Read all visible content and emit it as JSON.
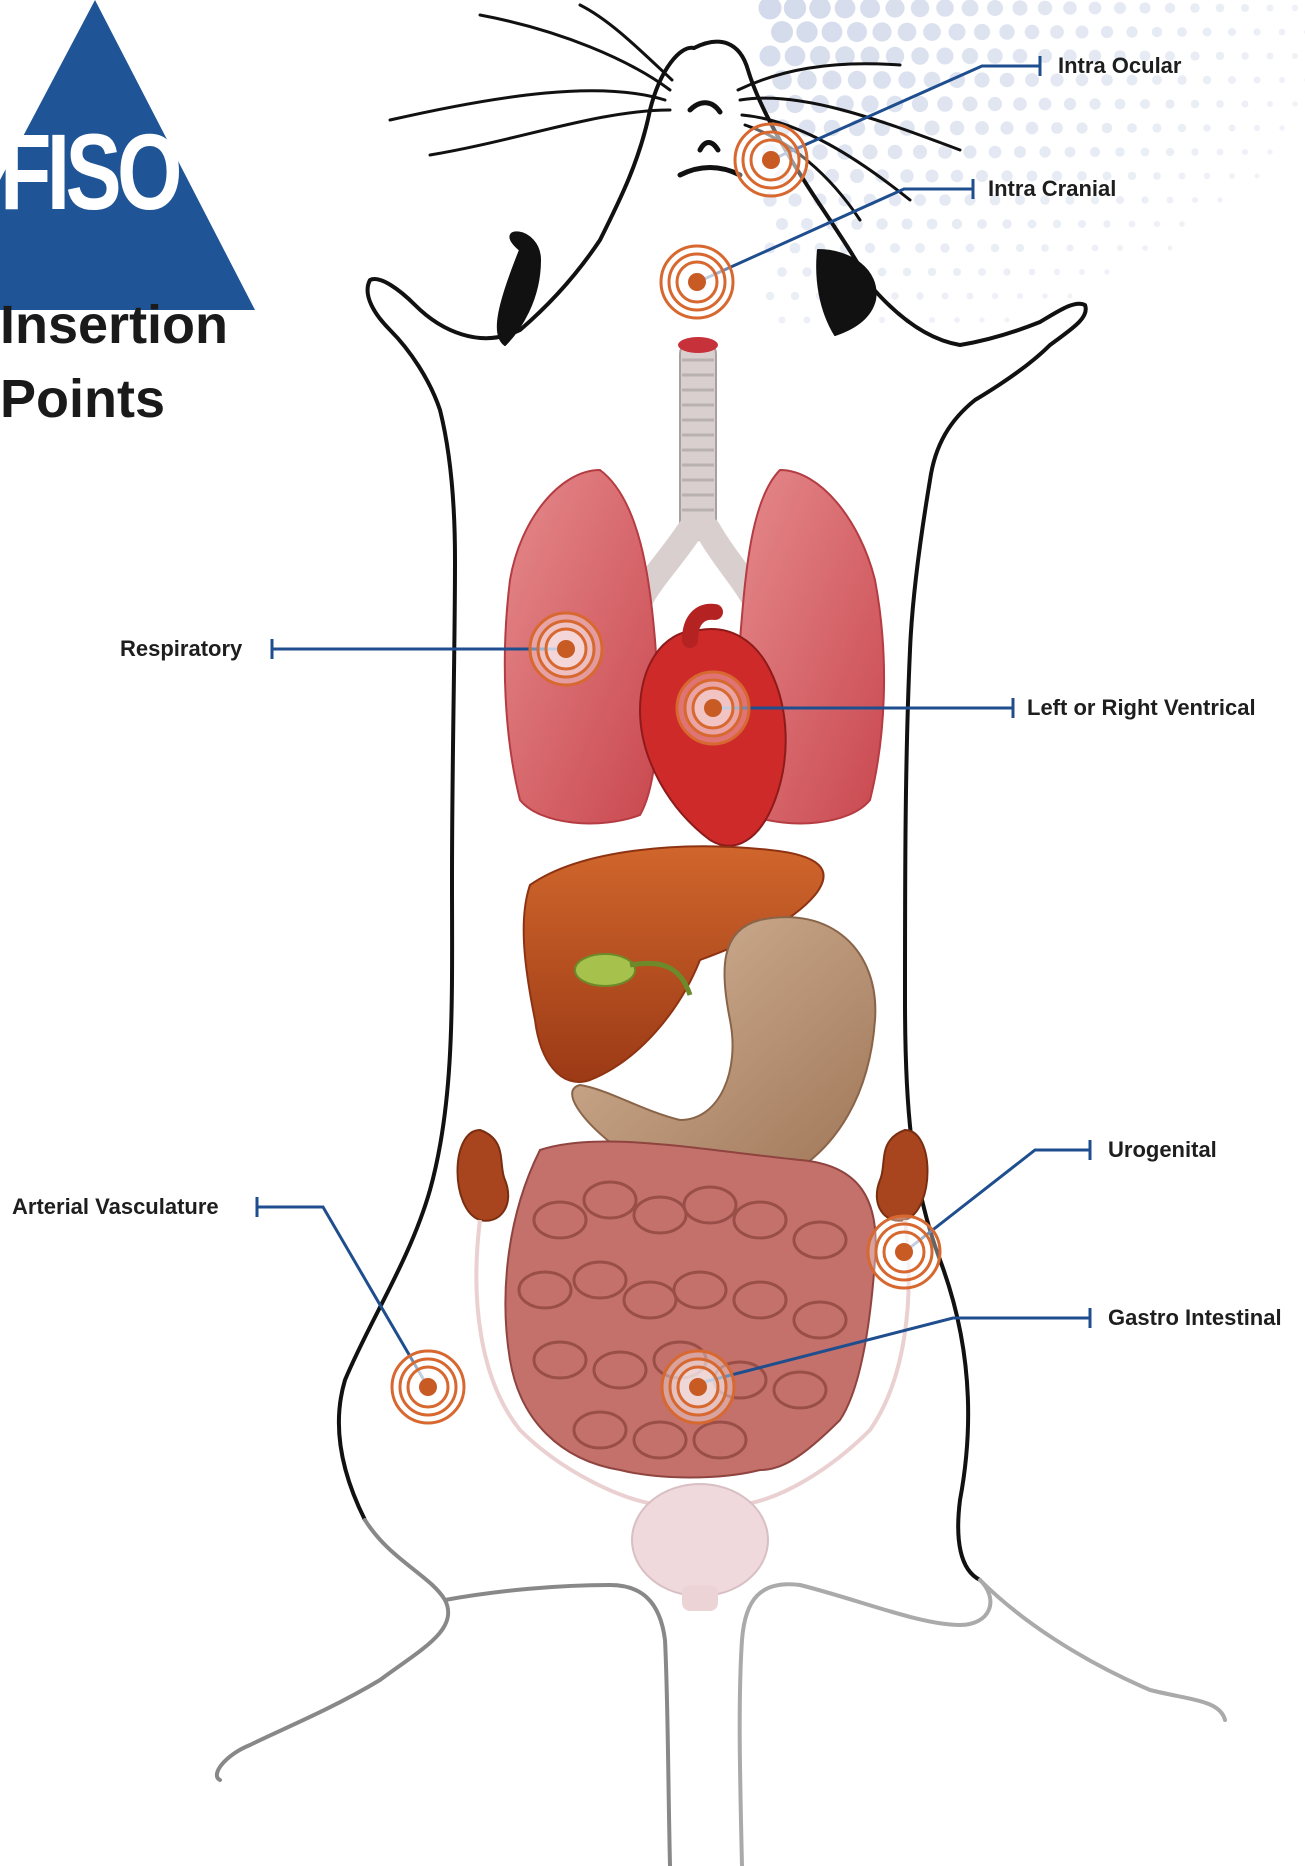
{
  "logo": {
    "text": "FISO",
    "color": "#1f5496"
  },
  "title": {
    "line1": "Insertion",
    "line2": "Points"
  },
  "colors": {
    "leader": "#1f4e8f",
    "target_ring": "#d7682f",
    "target_fill": "#c85a23",
    "body_outline": "#111111",
    "lung": "#d9666b",
    "heart": "#d22c2c",
    "liver": "#b8491c",
    "stomach": "#b8906c",
    "intestine": "#c0706a",
    "bladder": "#efd9dc",
    "dots": "#c9d2e6"
  },
  "callouts": {
    "intra_ocular": "Intra Ocular",
    "intra_cranial": "Intra Cranial",
    "respiratory": "Respiratory",
    "ventrical": "Left or Right Ventrical",
    "urogenital": "Urogenital",
    "arterial": "Arterial Vasculature",
    "gastro": "Gastro Intestinal"
  }
}
